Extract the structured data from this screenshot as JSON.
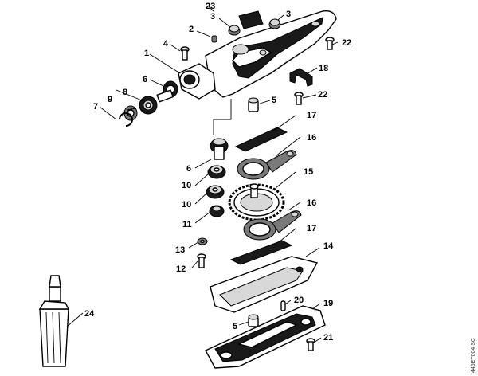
{
  "diagram": {
    "drawing_code": "445ET004 SC",
    "callouts": [
      {
        "id": "c1",
        "text": "1"
      },
      {
        "id": "c2",
        "text": "2"
      },
      {
        "id": "c3a",
        "text": "3"
      },
      {
        "id": "c3b",
        "text": "3"
      },
      {
        "id": "c4",
        "text": "4"
      },
      {
        "id": "c5a",
        "text": "5"
      },
      {
        "id": "c5b",
        "text": "5"
      },
      {
        "id": "c6a",
        "text": "6"
      },
      {
        "id": "c6b",
        "text": "6"
      },
      {
        "id": "c7",
        "text": "7"
      },
      {
        "id": "c8",
        "text": "8"
      },
      {
        "id": "c9",
        "text": "9"
      },
      {
        "id": "c10a",
        "text": "10"
      },
      {
        "id": "c10b",
        "text": "10"
      },
      {
        "id": "c11",
        "text": "11"
      },
      {
        "id": "c12",
        "text": "12"
      },
      {
        "id": "c13",
        "text": "13"
      },
      {
        "id": "c14",
        "text": "14"
      },
      {
        "id": "c15",
        "text": "15"
      },
      {
        "id": "c16a",
        "text": "16"
      },
      {
        "id": "c16b",
        "text": "16"
      },
      {
        "id": "c17a",
        "text": "17"
      },
      {
        "id": "c17b",
        "text": "17"
      },
      {
        "id": "c18",
        "text": "18"
      },
      {
        "id": "c19",
        "text": "19"
      },
      {
        "id": "c20",
        "text": "20"
      },
      {
        "id": "c21",
        "text": "21"
      },
      {
        "id": "c22a",
        "text": "22"
      },
      {
        "id": "c22b",
        "text": "22"
      },
      {
        "id": "c23",
        "text": "23"
      },
      {
        "id": "c24",
        "text": "24"
      }
    ]
  }
}
